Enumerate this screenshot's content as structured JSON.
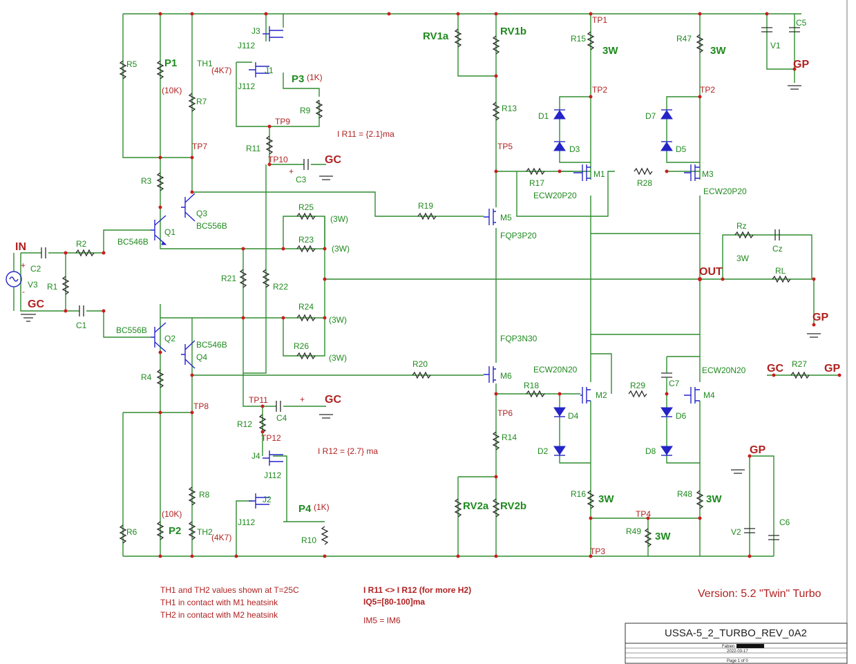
{
  "title_block": {
    "project": "USSA-5_2_TURBO_REV_0A2",
    "author": "Fabien",
    "date": "2022-03-17",
    "page": "Page 1 of 0"
  },
  "version": "Version: 5.2 \"Twin\" Turbo",
  "notes": [
    "TH1 and TH2 values shown at T=25C",
    "TH1 in contact with M1 heatsink",
    "TH2 in contact with M2 heatsink"
  ],
  "notes_right": [
    "I R11 <> I R12 (for more H2)",
    "IQ5=[80-100]ma",
    "IM5 = IM6"
  ],
  "currents": {
    "r11": "I R11 = {2.1}ma",
    "r12": "I R12 = {2.7} ma"
  },
  "nets": {
    "in": "IN",
    "out": "OUT",
    "gc": "GC",
    "gp": "GP"
  },
  "labels": {
    "r1": "R1",
    "r2": "R2",
    "r3": "R3",
    "r4": "R4",
    "r5": "R5",
    "r6": "R6",
    "r7": "R7",
    "r8": "R8",
    "r9": "R9",
    "r10": "R10",
    "r11": "R11",
    "r12": "R12",
    "r13": "R13",
    "r14": "R14",
    "r15": "R15",
    "r16": "R16",
    "r17": "R17",
    "r18": "R18",
    "r19": "R19",
    "r20": "R20",
    "r21": "R21",
    "r22": "R22",
    "r23": "R23",
    "r24": "R24",
    "r25": "R25",
    "r26": "R26",
    "r27": "R27",
    "r28": "R28",
    "r29": "R29",
    "r47": "R47",
    "r48": "R48",
    "r49": "R49",
    "rz": "Rz",
    "rl": "RL",
    "c1": "C1",
    "c2": "C2",
    "c3": "C3",
    "c4": "C4",
    "c5": "C5",
    "c6": "C6",
    "c7": "C7",
    "cz": "Cz",
    "d1": "D1",
    "d2": "D2",
    "d3": "D3",
    "d4": "D4",
    "d5": "D5",
    "d6": "D6",
    "d7": "D7",
    "d8": "D8",
    "q1": "Q1",
    "q2": "Q2",
    "q3": "Q3",
    "q4": "Q4",
    "j1": "J1",
    "j2": "J2",
    "j3": "J3",
    "j4": "J4",
    "m1": "M1",
    "m2": "M2",
    "m3": "M3",
    "m4": "M4",
    "m5": "M5",
    "m6": "M6",
    "v1": "V1",
    "v2": "V2",
    "v3": "V3",
    "th1": "TH1",
    "th2": "TH2",
    "tp1": "TP1",
    "tp2": "TP2",
    "tp3": "TP3",
    "tp4": "TP4",
    "tp5": "TP5",
    "tp6": "TP6",
    "tp7": "TP7",
    "tp8": "TP8",
    "tp9": "TP9",
    "tp10": "TP10",
    "tp11": "TP11",
    "tp12": "TP12",
    "p1": "P1",
    "p2": "P2",
    "p3": "P3",
    "p4": "P4",
    "rv1a": "RV1a",
    "rv1b": "RV1b",
    "rv2a": "RV2a",
    "rv2b": "RV2b"
  },
  "values": {
    "bc546b": "BC546B",
    "bc556b": "BC556B",
    "j112": "J112",
    "ecw20p20": "ECW20P20",
    "ecw20n20": "ECW20N20",
    "fqp3p20": "FQP3P20",
    "fqp3n30": "FQP3N30",
    "k10": "(10K)",
    "k47": "(4K7)",
    "k1": "(1K)",
    "w3p": "(3W)",
    "w3": "3W",
    "plus": "+",
    "plusminus": "+",
    "minus": "-"
  }
}
